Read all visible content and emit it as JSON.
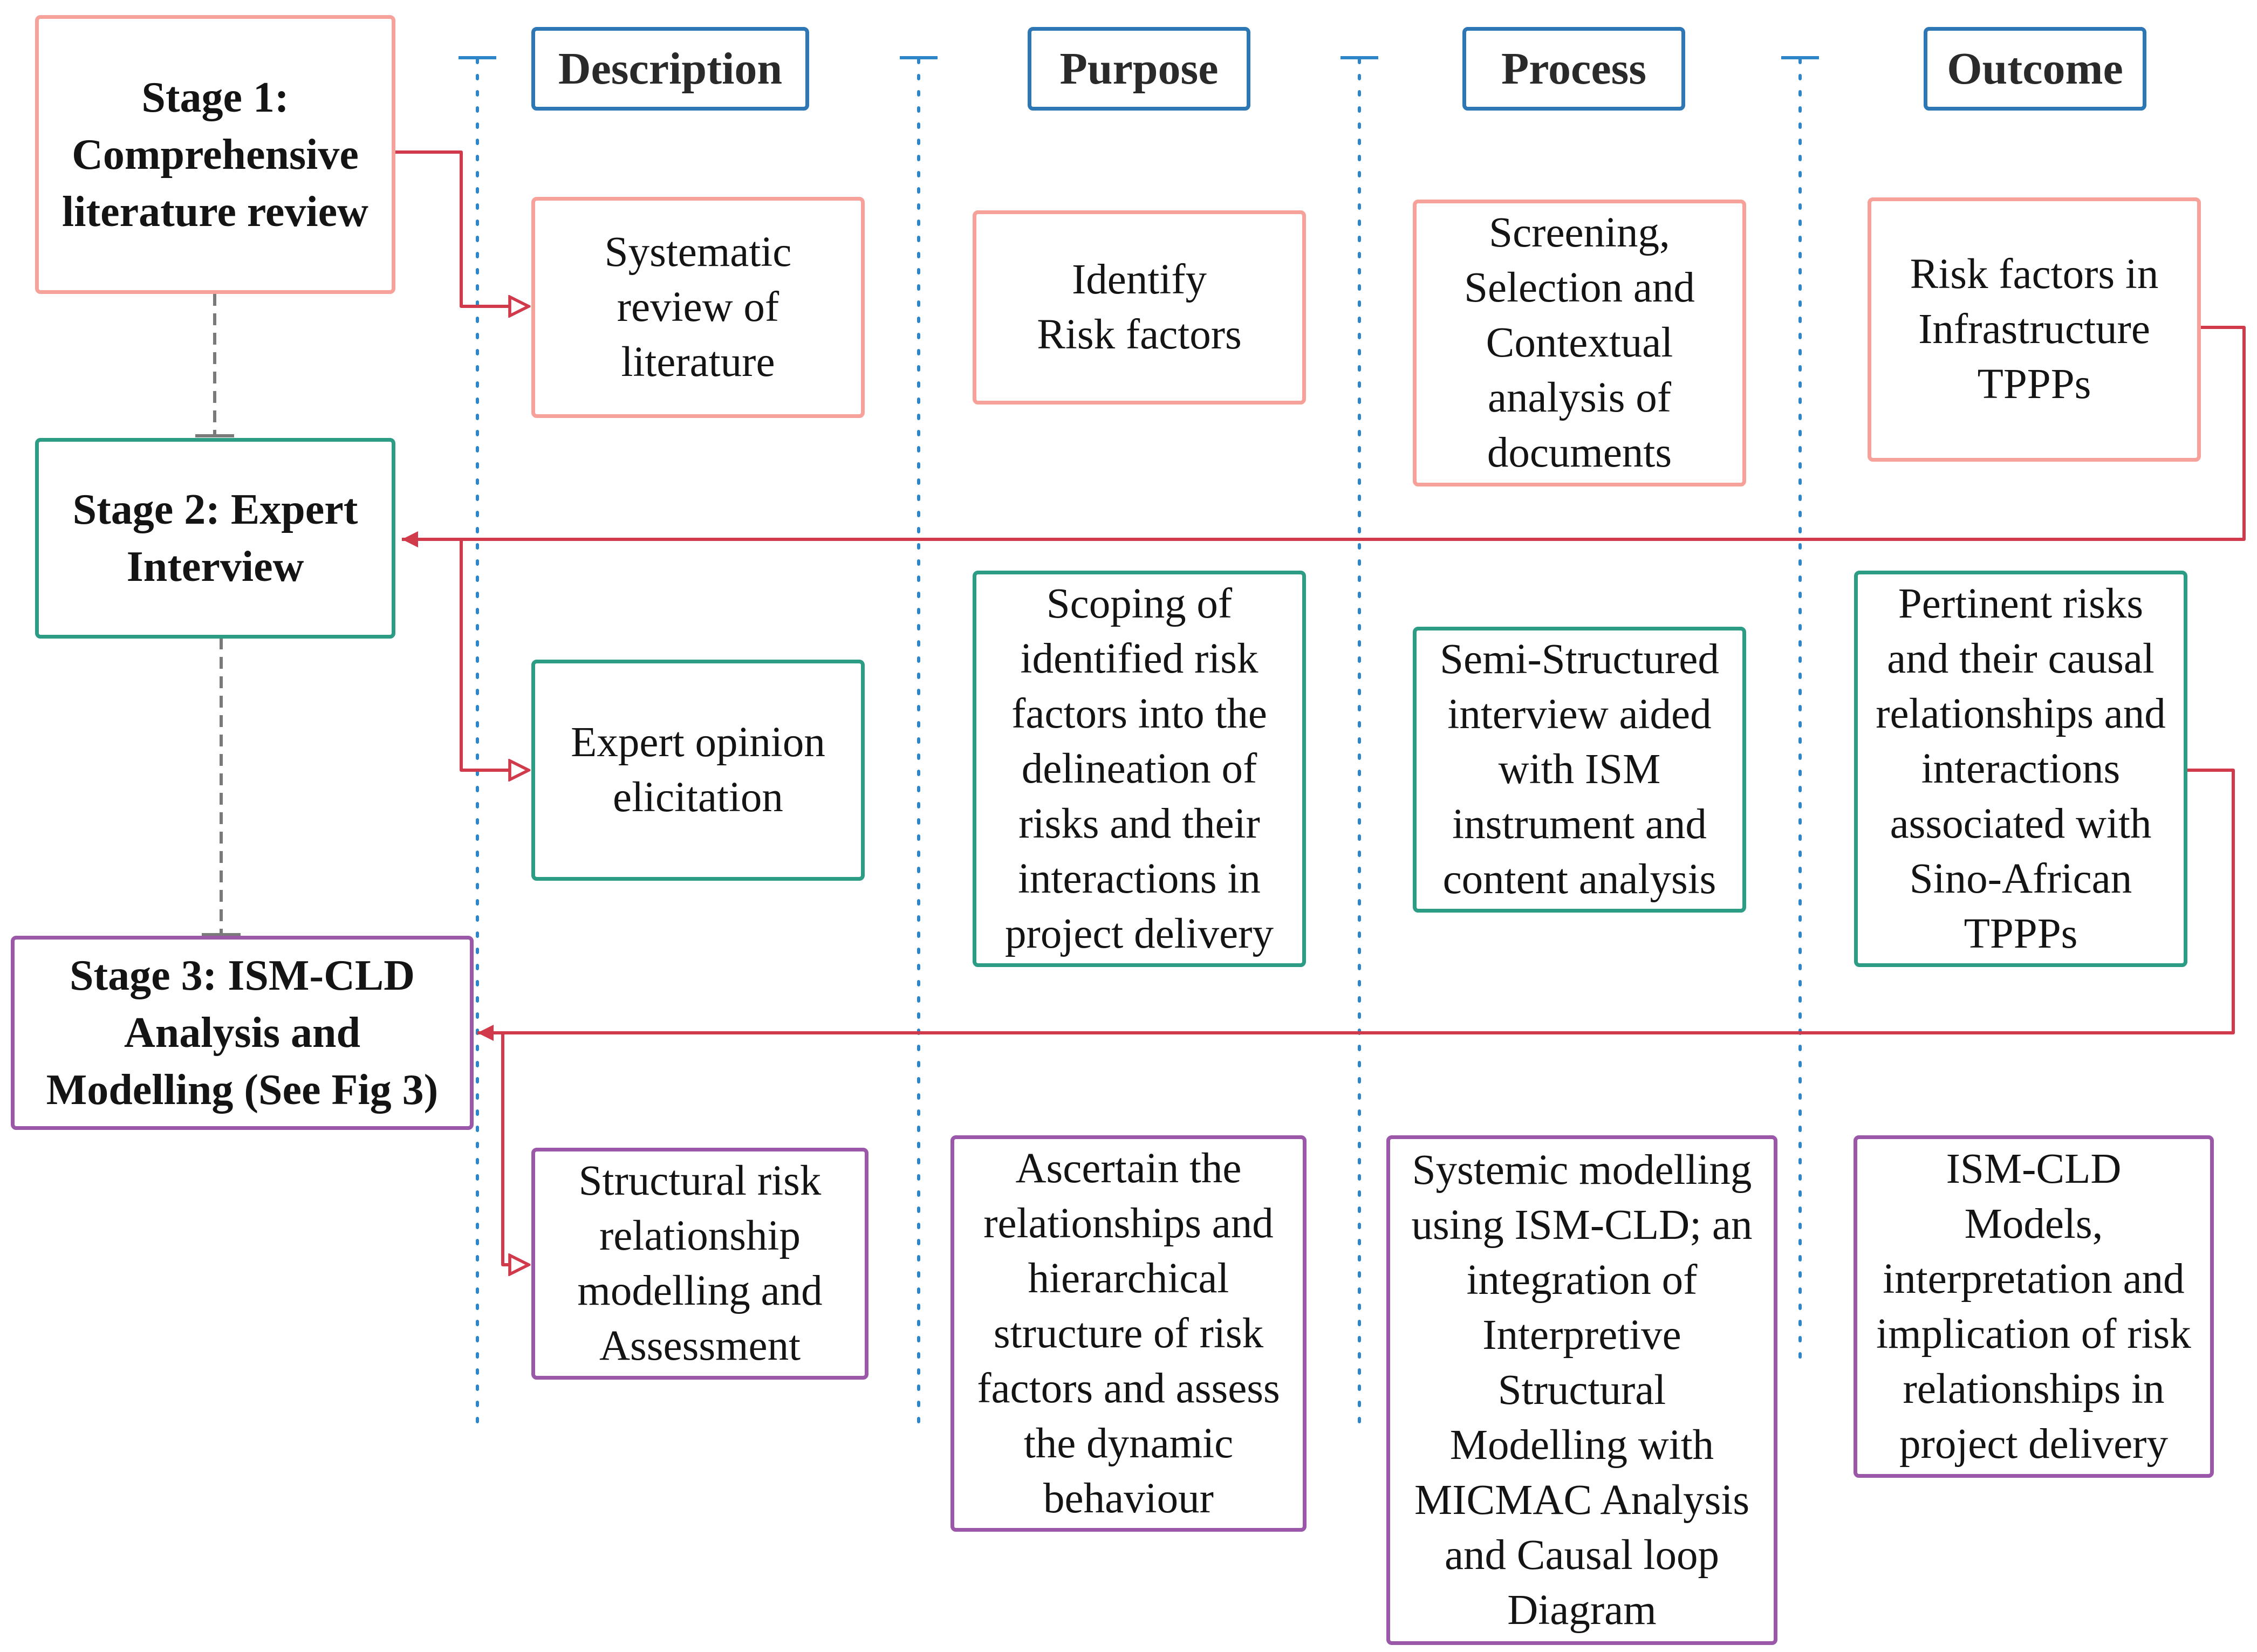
{
  "colors": {
    "stage1_border": "#f6a29a",
    "stage2_border": "#2d9c85",
    "stage3_border": "#9b58a9",
    "header_border": "#2e77b5",
    "connector": "#d03a4b",
    "column_divider": "#2e86c8",
    "stage_link": "#7a7a7a"
  },
  "headers": {
    "description": "Description",
    "purpose": "Purpose",
    "process": "Process",
    "outcome": "Outcome"
  },
  "stages": [
    {
      "label": "Stage 1:\nComprehensive\nliterature review",
      "description": "Systematic\nreview of\nliterature",
      "purpose": "Identify\nRisk factors",
      "process": "Screening,\nSelection and\nContextual\nanalysis of\ndocuments",
      "outcome": "Risk factors in\nInfrastructure\nTPPPs"
    },
    {
      "label": "Stage 2:  Expert\nInterview",
      "description": "Expert opinion\nelicitation",
      "purpose": "Scoping of\nidentified risk\nfactors into the\ndelineation of\nrisks and their\ninteractions  in\nproject delivery",
      "process": "Semi-Structured\ninterview aided\nwith ISM\ninstrument and\ncontent analysis",
      "outcome": "Pertinent risks\nand their causal\nrelationships and\ninteractions\nassociated with\nSino-African\nTPPPs"
    },
    {
      "label": "Stage 3: ISM-CLD\nAnalysis  and\nModelling  (See Fig 3)",
      "description": "Structural risk\nrelationship\nmodelling and\nAssessment",
      "purpose": "Ascertain the\nrelationships and\nhierarchical\nstructure of risk\nfactors and assess\nthe dynamic\nbehaviour",
      "process": "Systemic modelling\nusing ISM-CLD; an\nintegration of\nInterpretive\nStructural\nModelling with\nMICMAC Analysis\nand Causal loop\nDiagram",
      "outcome": "ISM-CLD\nModels,\ninterpretation and\nimplication of risk\nrelationships in\nproject delivery"
    }
  ]
}
